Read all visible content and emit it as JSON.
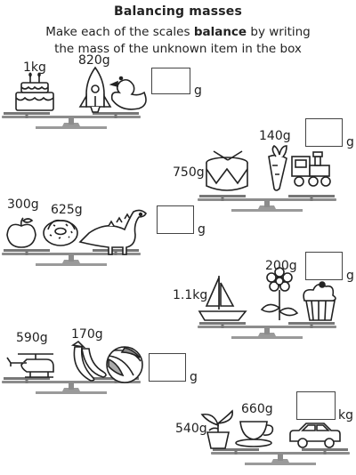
{
  "header": {
    "title": "Balancing masses",
    "instruction_line1_pre": "Make each of the scales ",
    "instruction_line1_bold": "balance",
    "instruction_line1_post": " by writing",
    "instruction_line2": "the mass of the unknown item in the box"
  },
  "scales": [
    {
      "items": [
        {
          "name": "cake",
          "mass": "1kg"
        },
        {
          "name": "rocket",
          "mass": "820g"
        },
        {
          "name": "duck",
          "mass": ""
        }
      ],
      "answer": "",
      "unit": "g"
    },
    {
      "items": [
        {
          "name": "drum",
          "mass": "750g"
        },
        {
          "name": "carrot",
          "mass": "140g"
        },
        {
          "name": "train",
          "mass": ""
        }
      ],
      "answer": "",
      "unit": "g"
    },
    {
      "items": [
        {
          "name": "apple",
          "mass": "300g"
        },
        {
          "name": "donut",
          "mass": "625g"
        },
        {
          "name": "dinosaur",
          "mass": ""
        }
      ],
      "answer": "",
      "unit": "g"
    },
    {
      "items": [
        {
          "name": "sailboat",
          "mass": "1.1kg"
        },
        {
          "name": "flower",
          "mass": "200g"
        },
        {
          "name": "cupcake",
          "mass": ""
        }
      ],
      "answer": "",
      "unit": "g"
    },
    {
      "items": [
        {
          "name": "helicopter",
          "mass": "590g"
        },
        {
          "name": "bananas",
          "mass": "170g"
        },
        {
          "name": "ball",
          "mass": ""
        }
      ],
      "answer": "",
      "unit": "g"
    },
    {
      "items": [
        {
          "name": "plant",
          "mass": "540g"
        },
        {
          "name": "teacup",
          "mass": "660g"
        },
        {
          "name": "car",
          "mass": ""
        }
      ],
      "answer": "",
      "unit": "kg"
    }
  ]
}
